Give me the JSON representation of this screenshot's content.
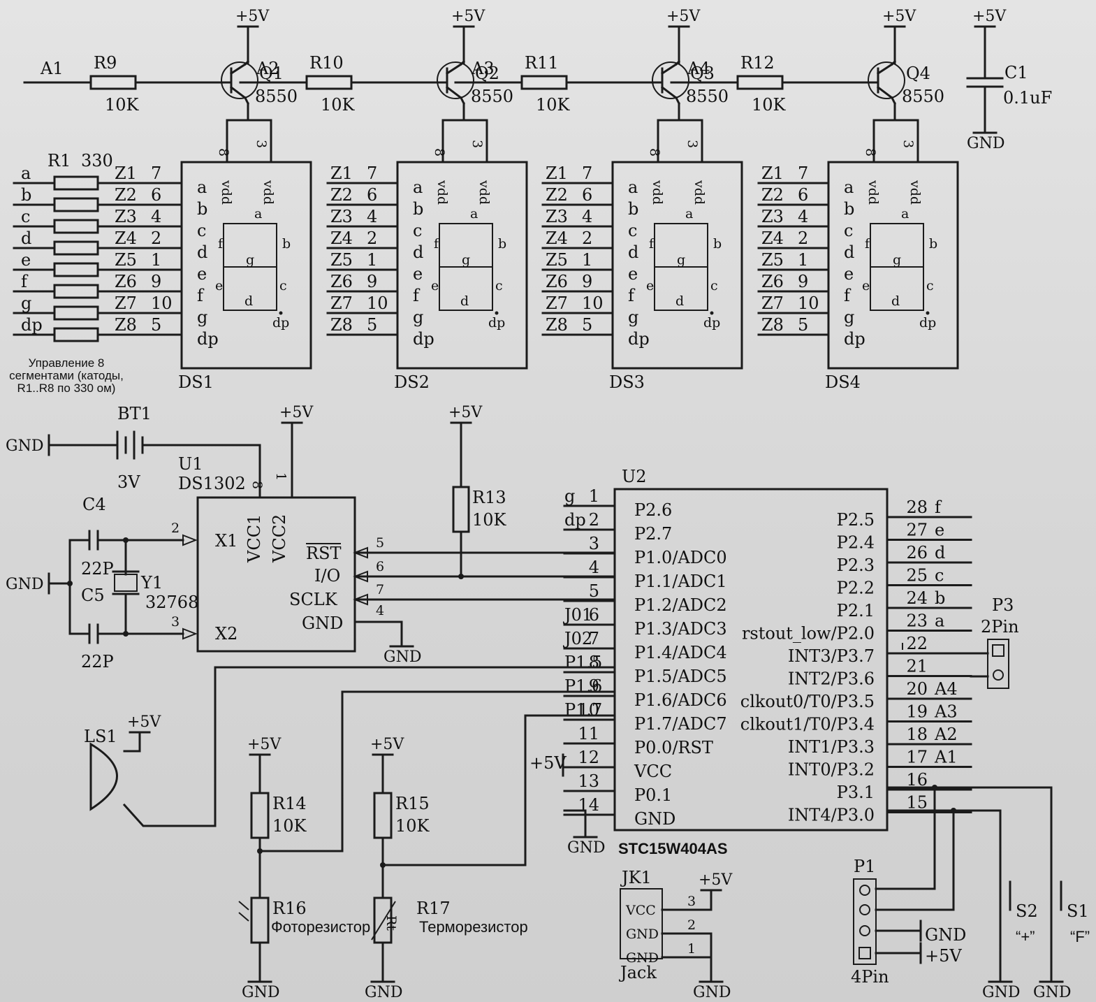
{
  "power": {
    "vcc": "+5V",
    "gnd": "GND"
  },
  "anodes": [
    "A1",
    "A2",
    "A3",
    "A4"
  ],
  "base_resistors": [
    {
      "ref": "R9",
      "value": "10K"
    },
    {
      "ref": "R10",
      "value": "10K"
    },
    {
      "ref": "R11",
      "value": "10K"
    },
    {
      "ref": "R12",
      "value": "10K"
    }
  ],
  "transistors": [
    {
      "ref": "Q1",
      "type": "8550"
    },
    {
      "ref": "Q2",
      "type": "8550"
    },
    {
      "ref": "Q3",
      "type": "8550"
    },
    {
      "ref": "Q4",
      "type": "8550"
    }
  ],
  "displays": [
    "DS1",
    "DS2",
    "DS3",
    "DS4"
  ],
  "display_pins": {
    "left": [
      "a",
      "b",
      "c",
      "d",
      "e",
      "f",
      "g",
      "dp"
    ],
    "vdd": "vdd",
    "pin8": "8",
    "pin3": "3",
    "segments": [
      "a",
      "b",
      "c",
      "d",
      "e",
      "f",
      "g",
      "dp"
    ]
  },
  "z_nets": [
    "Z1",
    "Z2",
    "Z3",
    "Z4",
    "Z5",
    "Z6",
    "Z7",
    "Z8"
  ],
  "z_pins": [
    "7",
    "6",
    "4",
    "2",
    "1",
    "9",
    "10",
    "5"
  ],
  "segment_resistors": {
    "ref": "R1",
    "value": "330",
    "nets": [
      "a",
      "b",
      "c",
      "d",
      "e",
      "f",
      "g",
      "dp"
    ]
  },
  "annotation_segments": [
    "Управление 8",
    "сегментами (катоды,",
    "R1..R8 по 330 ом)"
  ],
  "c1": {
    "ref": "C1",
    "value": "0.1uF"
  },
  "bt1": {
    "ref": "BT1",
    "value": "3V"
  },
  "u1": {
    "ref": "U1",
    "part": "DS1302",
    "pins": {
      "x1": "X1",
      "x2": "X2",
      "vcc1": "VCC1",
      "vcc2": "VCC2",
      "rst": "RST",
      "io": "I/O",
      "sclk": "SCLK",
      "gnd": "GND"
    },
    "pin_numbers": {
      "x1": "2",
      "x2": "3",
      "vcc1": "8",
      "vcc2": "1",
      "rst": "5",
      "io": "6",
      "sclk": "7",
      "gnd": "4"
    }
  },
  "c4": {
    "ref": "C4",
    "value": "22P"
  },
  "c5": {
    "ref": "C5",
    "value": "22P"
  },
  "y1": {
    "ref": "Y1",
    "value": "32768"
  },
  "r13": {
    "ref": "R13",
    "value": "10K"
  },
  "u2": {
    "ref": "U2",
    "part": "STC15W404AS",
    "left_pins": [
      {
        "num": "1",
        "name": "P2.6",
        "net": "g"
      },
      {
        "num": "2",
        "name": "P2.7",
        "net": "dp"
      },
      {
        "num": "3",
        "name": "P1.0/ADC0",
        "net": ""
      },
      {
        "num": "4",
        "name": "P1.1/ADC1",
        "net": ""
      },
      {
        "num": "5",
        "name": "P1.2/ADC2",
        "net": ""
      },
      {
        "num": "6",
        "name": "P1.3/ADC3",
        "net": "J01"
      },
      {
        "num": "7",
        "name": "P1.4/ADC4",
        "net": "J02"
      },
      {
        "num": "8",
        "name": "P1.5/ADC5",
        "net": "P1.5"
      },
      {
        "num": "9",
        "name": "P1.6/ADC6",
        "net": "P1.6"
      },
      {
        "num": "10",
        "name": "P1.7/ADC7",
        "net": "P1.7"
      },
      {
        "num": "11",
        "name": "P0.0/RST",
        "net": ""
      },
      {
        "num": "12",
        "name": "VCC",
        "net": ""
      },
      {
        "num": "13",
        "name": "P0.1",
        "net": ""
      },
      {
        "num": "14",
        "name": "GND",
        "net": ""
      }
    ],
    "right_pins": [
      {
        "num": "28",
        "name": "P2.5",
        "net": "f"
      },
      {
        "num": "27",
        "name": "P2.4",
        "net": "e"
      },
      {
        "num": "26",
        "name": "P2.3",
        "net": "d"
      },
      {
        "num": "25",
        "name": "P2.2",
        "net": "c"
      },
      {
        "num": "24",
        "name": "P2.1",
        "net": "b"
      },
      {
        "num": "23",
        "name": "rstout_low/P2.0",
        "net": "a"
      },
      {
        "num": "22",
        "name": "INT3/P3.7",
        "net": ""
      },
      {
        "num": "21",
        "name": "INT2/P3.6",
        "net": ""
      },
      {
        "num": "20",
        "name": "clkout0/T0/P3.5",
        "net": "A4"
      },
      {
        "num": "19",
        "name": "clkout1/T0/P3.4",
        "net": "A3"
      },
      {
        "num": "18",
        "name": "INT1/P3.3",
        "net": "A2"
      },
      {
        "num": "17",
        "name": "INT0/P3.2",
        "net": "A1"
      },
      {
        "num": "16",
        "name": "P3.1",
        "net": ""
      },
      {
        "num": "15",
        "name": "INT4/P3.0",
        "net": ""
      }
    ]
  },
  "p3": {
    "ref": "P3",
    "type": "2Pin"
  },
  "ls1": {
    "ref": "LS1"
  },
  "r14": {
    "ref": "R14",
    "value": "10K"
  },
  "r15": {
    "ref": "R15",
    "value": "10K"
  },
  "r16": {
    "ref": "R16",
    "label": "Фоторезистор"
  },
  "r17": {
    "ref": "R17",
    "label": "Терморезистор",
    "symbol": "Rt"
  },
  "jk1": {
    "ref": "JK1",
    "type": "Jack",
    "pins": [
      "VCC",
      "GND",
      "GND"
    ],
    "pin_numbers": [
      "3",
      "2",
      "1"
    ]
  },
  "p1": {
    "ref": "P1",
    "type": "4Pin"
  },
  "s2": {
    "ref": "S2",
    "label": "“+”"
  },
  "s1": {
    "ref": "S1",
    "label": "“F”"
  }
}
